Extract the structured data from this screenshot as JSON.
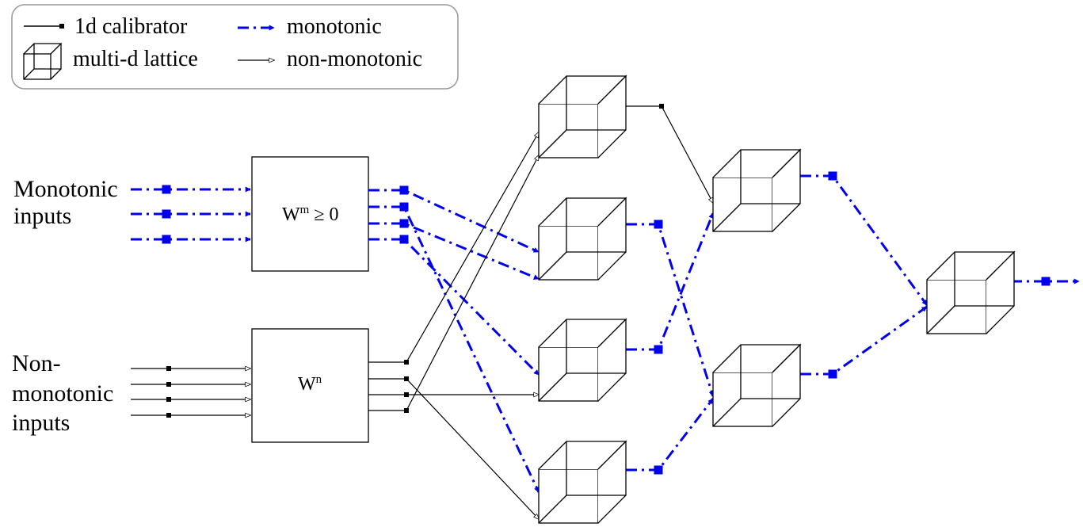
{
  "legend": {
    "calibrator": "1d calibrator",
    "lattice": "multi-d lattice",
    "monotonic": "monotonic",
    "non_monotonic": "non-monotonic"
  },
  "inputs": {
    "monotonic_line1": "Monotonic",
    "monotonic_line2": "inputs",
    "non_monotonic_line1": "Non-",
    "non_monotonic_line2": "monotonic",
    "non_monotonic_line3": "inputs"
  },
  "boxes": {
    "monotonic_weights": "W",
    "monotonic_weights_sup": "m",
    "monotonic_weights_rest": " ≥ 0",
    "nonmonotonic_weights": "W",
    "nonmonotonic_weights_sup": "n"
  },
  "colors": {
    "monotonic": "#0000ee",
    "non_monotonic": "#000000",
    "legend_border": "#999999"
  }
}
